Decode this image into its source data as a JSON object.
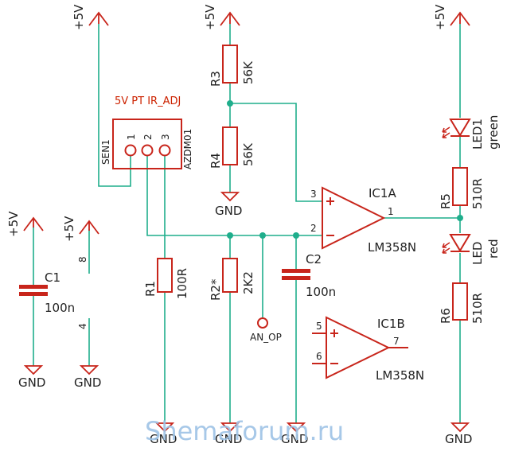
{
  "colors": {
    "wire": "#1fae8c",
    "component": "#c8251b",
    "text": "#222222",
    "watermark": "#9ec3e6"
  },
  "power": {
    "sensor": "+5V",
    "divider": "+5V",
    "led": "+5V",
    "cap": "+5V",
    "opamp": "+5V"
  },
  "ground": {
    "r4": "GND",
    "c1": "GND",
    "opamp": "GND",
    "r1": "GND",
    "r2": "GND",
    "c2": "GND",
    "r6": "GND"
  },
  "connector": {
    "title": "5V  PT  IR_ADJ",
    "name": "SEN1",
    "part": "AZDM01",
    "pins": [
      "1",
      "2",
      "3"
    ]
  },
  "resistors": {
    "r3": {
      "name": "R3",
      "value": "56K"
    },
    "r4": {
      "name": "R4",
      "value": "56K"
    },
    "r1": {
      "name": "R1",
      "value": "100R"
    },
    "r2": {
      "name": "R2*",
      "value": "2K2"
    },
    "r5": {
      "name": "R5",
      "value": "510R"
    },
    "r6": {
      "name": "R6",
      "value": "510R"
    }
  },
  "capacitors": {
    "c1": {
      "name": "C1",
      "value": "100n"
    },
    "c2": {
      "name": "C2",
      "value": "100n"
    }
  },
  "opamps": {
    "a": {
      "name": "IC1A",
      "part": "LM358N",
      "pin_plus": "3",
      "pin_minus": "2",
      "pin_out": "1"
    },
    "b": {
      "name": "IC1B",
      "part": "LM358N",
      "pin_plus": "5",
      "pin_minus": "6",
      "pin_out": "7"
    }
  },
  "supply_pins": {
    "vcc": "8",
    "gnd": "4"
  },
  "leds": {
    "led1": {
      "name": "LED1",
      "color": "green"
    },
    "led2": {
      "name": "LED",
      "color": "red"
    }
  },
  "testpoint": "AN_OP",
  "watermark": "Shemaforum.ru"
}
